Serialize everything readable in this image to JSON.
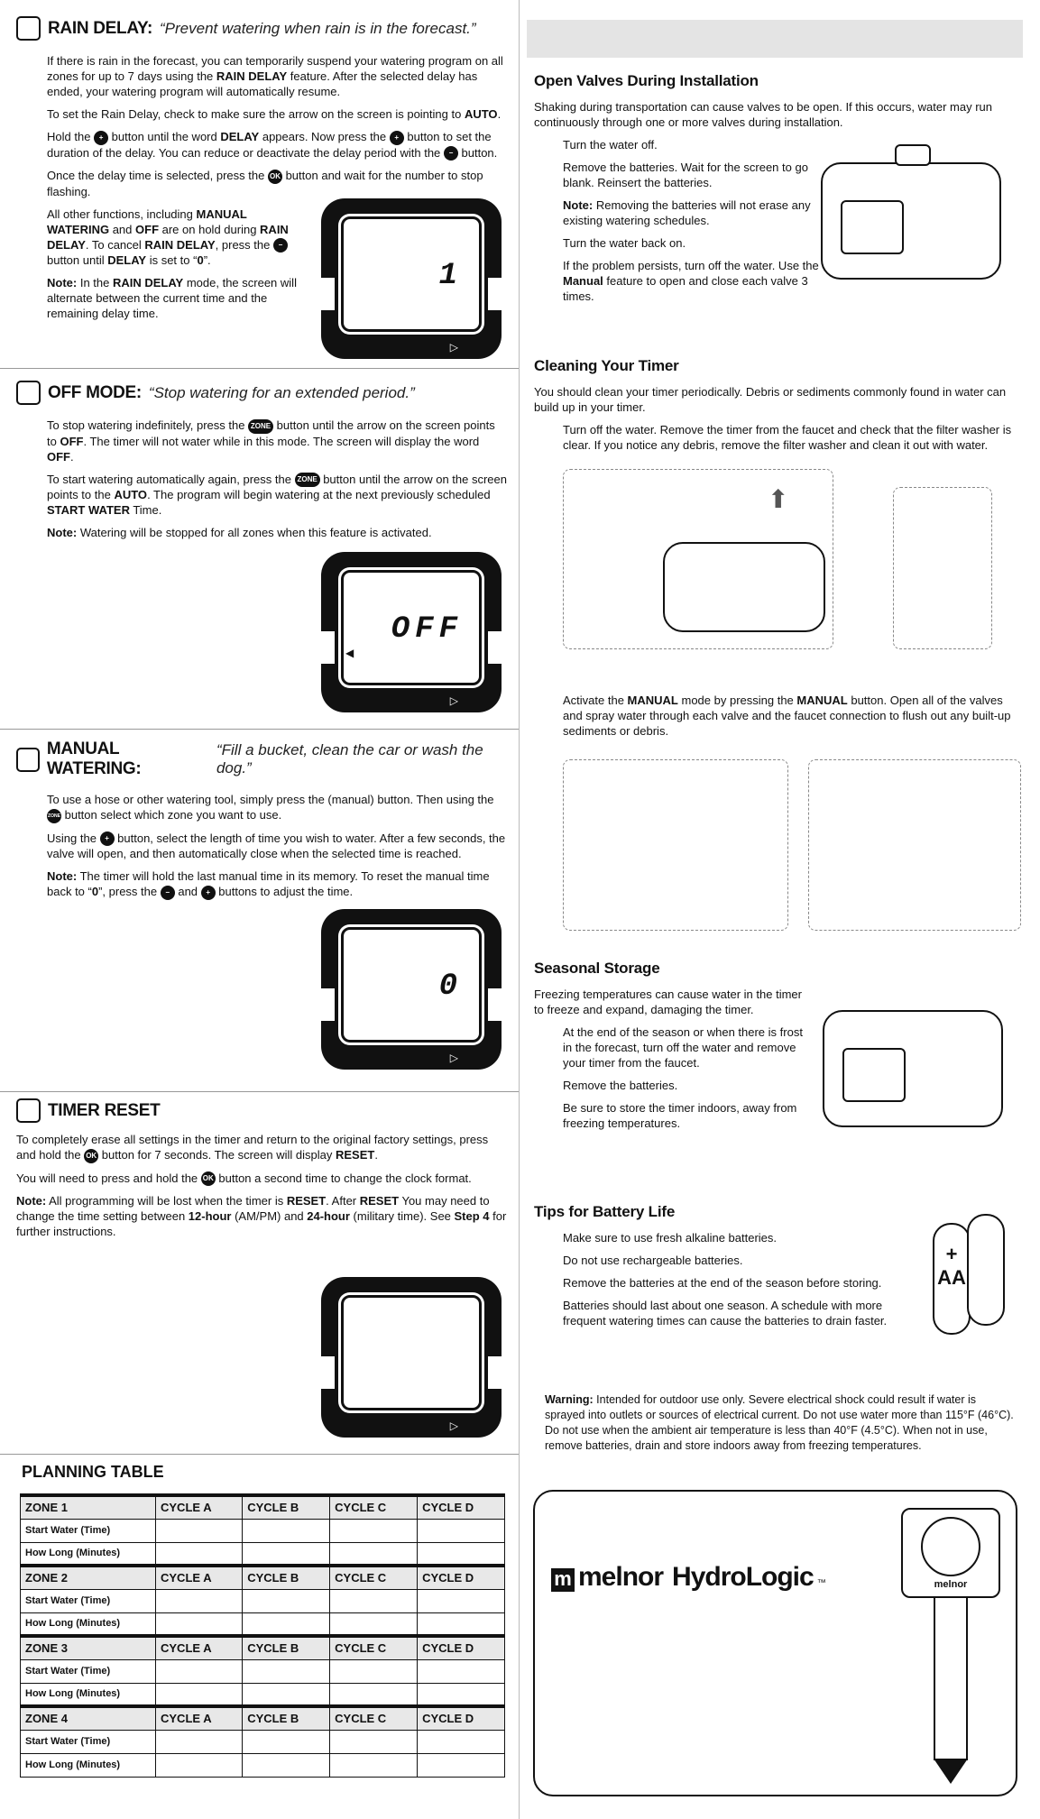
{
  "rain_delay": {
    "title": "RAIN DELAY:",
    "quote": "“Prevent watering when rain is in the forecast.”",
    "p1_a": "If there is rain in the forecast, you can temporarily suspend your watering program on all zones for up to 7 days using the ",
    "p1_b": "RAIN DELAY",
    "p1_c": " feature. After the selected delay has ended, your watering program will automatically resume.",
    "p2_a": "To set the Rain Delay, check to make sure the arrow on the screen is pointing to ",
    "p2_b": "AUTO",
    "p2_c": ".",
    "p3_a": "Hold the ",
    "p3_b": " button until the word ",
    "p3_c": "DELAY",
    "p3_d": " appears.  Now press the ",
    "p3_e": " button to set the duration of the delay.  You can reduce or deactivate the delay period with the ",
    "p3_f": " button.",
    "p4_a": "Once the delay time is selected, press the ",
    "p4_b": " button and wait for the number to stop flashing.",
    "p5_a": "All other functions, including ",
    "p5_b": "MANUAL WATERING",
    "p5_c": " and ",
    "p5_d": "OFF",
    "p5_e": " are on hold during ",
    "p5_f": "RAIN DELAY",
    "p5_g": ". To cancel ",
    "p5_h": "RAIN DELAY",
    "p5_i": ", press the ",
    "p5_j": " button until ",
    "p5_k": "DELAY",
    "p5_l": " is set to “",
    "p5_m": "0",
    "p5_n": "”.",
    "note_label": "Note:",
    "note_a": " In the ",
    "note_b": "RAIN DELAY",
    "note_c": " mode, the screen will alternate between the current time and the remaining delay time.",
    "display": "1"
  },
  "off_mode": {
    "title": "OFF MODE:",
    "quote": "“Stop watering for an extended period.”",
    "p1_a": "To stop watering indefinitely, press the ",
    "p1_b": " button until the arrow on the screen points to ",
    "p1_c": "OFF",
    "p1_d": ". The timer will not water while in this mode. The screen will display the word ",
    "p1_e": "OFF",
    "p1_f": ".",
    "p2_a": "To start watering automatically again, press the ",
    "p2_b": " button until the arrow on the screen points to the ",
    "p2_c": "AUTO",
    "p2_d": ". The program will begin watering at the next previously scheduled ",
    "p2_e": "START WATER",
    "p2_f": " Time.",
    "note_label": "Note:",
    "note": " Watering will be stopped for all zones when this feature is activated.",
    "display": "OFF"
  },
  "manual": {
    "title": "MANUAL WATERING:",
    "quote": "“Fill a bucket, clean the car or wash the dog.”",
    "p1_a": "To use a hose or other watering tool, simply press the (manual) button. Then using the ",
    "p1_b": " button select which zone you want to use.",
    "p2_a": "Using the ",
    "p2_b": " button, select the length of time you wish to water. After a few seconds, the valve will open, and then automatically close when the selected time is reached.",
    "note_label": "Note:",
    "note_a": " The timer will hold the last manual time in its memory. To reset the manual time back to “",
    "note_b": "0",
    "note_c": "”, press the ",
    "note_d": " and ",
    "note_e": " buttons to adjust the time.",
    "display": "0"
  },
  "reset": {
    "title": "TIMER RESET",
    "p1_a": "To completely erase all settings in the timer and return to the original factory settings, press and hold the ",
    "p1_b": " button for 7 seconds. The screen will display ",
    "p1_c": "RESET",
    "p1_d": ".",
    "p2_a": "You will need to press and hold the ",
    "p2_b": " button a second time to change the clock format.",
    "note_label": "Note:",
    "note_a": " All programming will be lost when the timer is ",
    "note_b": "RESET",
    "note_c": ".  After ",
    "note_d": "RESET",
    "note_e": " You may need to change the time setting between ",
    "note_f": "12-hour",
    "note_g": " (AM/PM) and ",
    "note_h": "24-hour",
    "note_i": " (military time).  See ",
    "note_j": "Step 4",
    "note_k": " for further instructions."
  },
  "buttons": {
    "ok": "OK",
    "plus": "+",
    "minus": "−",
    "select": "ZONE"
  },
  "planning": {
    "title": "PLANNING TABLE",
    "zones": [
      {
        "zone": "ZONE 1",
        "cycles": [
          "CYCLE A",
          "CYCLE B",
          "CYCLE C",
          "CYCLE D"
        ]
      },
      {
        "zone": "ZONE 2",
        "cycles": [
          "CYCLE A",
          "CYCLE B",
          "CYCLE C",
          "CYCLE D"
        ]
      },
      {
        "zone": "ZONE 3",
        "cycles": [
          "CYCLE A",
          "CYCLE B",
          "CYCLE C",
          "CYCLE D"
        ]
      },
      {
        "zone": "ZONE 4",
        "cycles": [
          "CYCLE A",
          "CYCLE B",
          "CYCLE C",
          "CYCLE D"
        ]
      }
    ],
    "row_start": "Start Water (Time)",
    "row_how": "How Long (Minutes)"
  },
  "open_valves": {
    "title": "Open Valves During Installation",
    "intro": "Shaking during transportation can cause valves to be open. If this occurs, water may run continuously through one or more valves during installation.",
    "s1": "Turn the water off.",
    "s2": "Remove the batteries. Wait for the screen to go blank. Reinsert the batteries.",
    "note_label": "Note:",
    "note": " Removing the batteries will not erase any existing watering schedules.",
    "s3": "Turn the water back on.",
    "s4_a": "If the problem persists, turn off the water. Use the ",
    "s4_b": "Manual",
    "s4_c": " feature to open and close each valve 3 times."
  },
  "cleaning": {
    "title": "Cleaning Your Timer",
    "intro": "You should clean your timer periodically. Debris or sediments commonly found in water can build up in your timer.",
    "s1": "Turn off the water. Remove the timer from the faucet and check that the filter washer is clear. If you notice any debris, remove the filter washer and clean it out with water.",
    "s2_a": "Activate the ",
    "s2_b": "MANUAL",
    "s2_c": " mode by pressing the ",
    "s2_d": "MANUAL",
    "s2_e": " button. Open all of the valves and spray water through each valve and the faucet connection to flush out any built-up sediments or debris."
  },
  "storage": {
    "title": "Seasonal Storage",
    "intro": "Freezing temperatures can cause water in the timer to freeze and expand, damaging the timer.",
    "s1": "At the end of the season or when there is frost in the forecast, turn off the water and remove your timer from the faucet.",
    "s2": "Remove the batteries.",
    "s3": "Be sure to store the timer indoors, away from freezing temperatures."
  },
  "battery": {
    "title": "Tips for Battery Life",
    "s1": "Make sure to use fresh alkaline batteries.",
    "s2": "Do not use rechargeable batteries.",
    "s3": "Remove the batteries at the end of the season before storing.",
    "s4": "Batteries should last about one season. A schedule with more frequent watering times can cause the batteries to drain faster.",
    "label": "AA"
  },
  "warning": {
    "label": "Warning:",
    "text": " Intended for outdoor use only. Severe electrical shock could result if water is sprayed into outlets or sources of electrical current. Do not use water more than 115°F (46°C). Do not use when the ambient air temperature is less than 40°F (4.5°C).  When not in use, remove batteries, drain and store indoors away from freezing temperatures."
  },
  "brand": {
    "logo_mark": "m",
    "name": "melnor",
    "product": "HydroLogic",
    "tm": "™",
    "dial_brand": "melnor"
  }
}
